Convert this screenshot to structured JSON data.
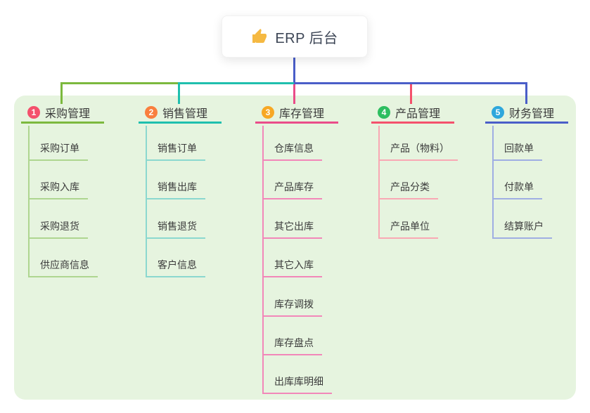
{
  "root": {
    "title": "ERP 后台",
    "icon": "thumbs-up-icon",
    "icon_color": "#F5B942"
  },
  "branches": [
    {
      "badge": "1",
      "label": "采购管理",
      "badge_color": "#F4516C",
      "line_color": "#7CB93E",
      "child_line_color": "#AED690",
      "children": [
        "采购订单",
        "采购入库",
        "采购退货",
        "供应商信息"
      ]
    },
    {
      "badge": "2",
      "label": "销售管理",
      "badge_color": "#F97F3E",
      "line_color": "#1FBFAE",
      "child_line_color": "#8BD8CF",
      "children": [
        "销售订单",
        "销售出库",
        "销售退货",
        "客户信息"
      ]
    },
    {
      "badge": "3",
      "label": "库存管理",
      "badge_color": "#F7A824",
      "line_color": "#EA4C89",
      "child_line_color": "#F287B9",
      "children": [
        "仓库信息",
        "产品库存",
        "其它出库",
        "其它入库",
        "库存调拨",
        "库存盘点",
        "出库库明细"
      ]
    },
    {
      "badge": "4",
      "label": "产品管理",
      "badge_color": "#2DBE60",
      "line_color": "#F4516C",
      "child_line_color": "#F9A8B4",
      "children": [
        "产品（物料）",
        "产品分类",
        "产品单位"
      ]
    },
    {
      "badge": "5",
      "label": "财务管理",
      "badge_color": "#2EA7DC",
      "line_color": "#4A5EC8",
      "child_line_color": "#9FAEE3",
      "children": [
        "回款单",
        "付款单",
        "结算账户"
      ]
    }
  ],
  "palette": {
    "canvas_background": "#ffffff",
    "panel_background": "#E6F4DF",
    "root_connector": "#4A5EC8",
    "text_color": "#3b3b3b",
    "root_text_color": "#3d4656"
  }
}
